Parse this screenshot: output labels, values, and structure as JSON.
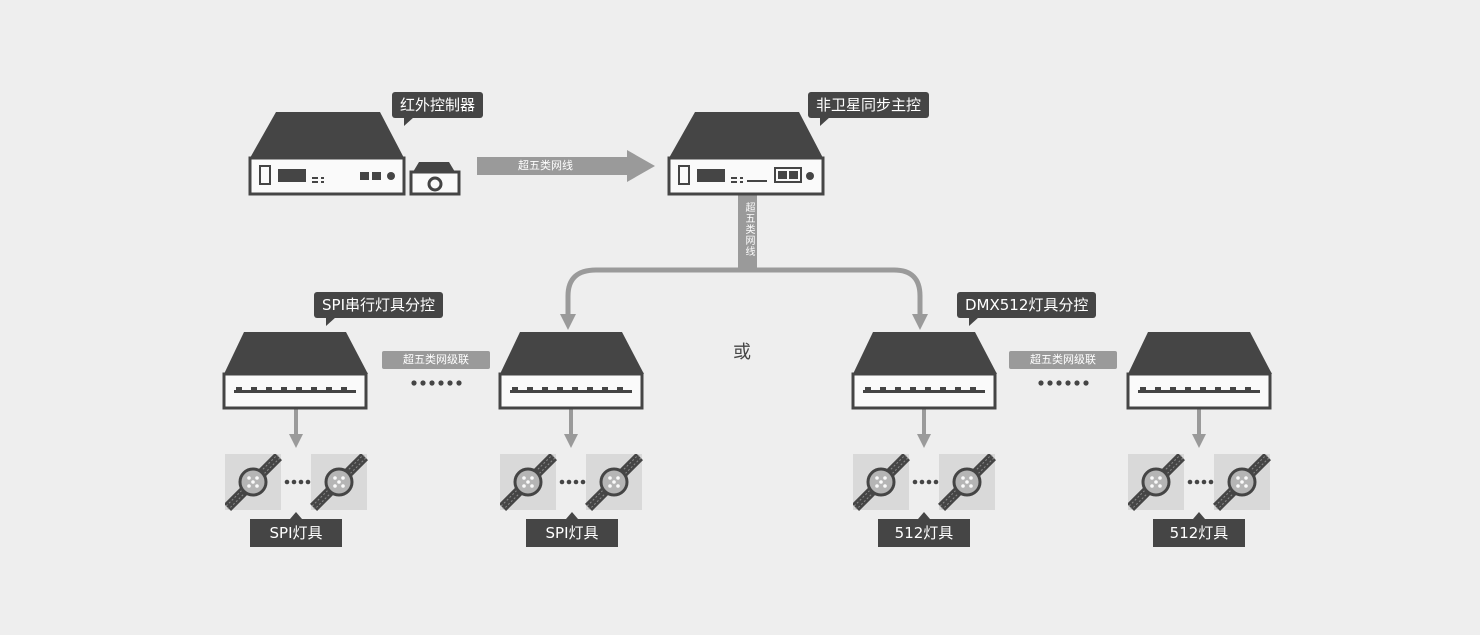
{
  "devices": {
    "ir_controller": {
      "label": "红外控制器"
    },
    "sync_master": {
      "label": "非卫星同步主控"
    },
    "spi_controller": {
      "label": "SPI串行灯具分控"
    },
    "dmx_controller": {
      "label": "DMX512灯具分控"
    }
  },
  "links": {
    "main_cable": "超五类网线",
    "down_cable": "超五类网线",
    "spi_cascade": "超五类网级联",
    "dmx_cascade": "超五类网级联",
    "or_text": "或"
  },
  "fixtures": {
    "spi_1": "SPI灯具",
    "spi_2": "SPI灯具",
    "dmx_1": "512灯具",
    "dmx_2": "512灯具"
  },
  "colors": {
    "background": "#eeeeee",
    "device_dark": "#454545",
    "device_front": "#fafafa",
    "cable_gray": "#9a9a9a",
    "label_text": "#ffffff"
  },
  "icons": {
    "arrow": "arrow-icon",
    "fixture": "led-fixture-icon",
    "dots": "ellipsis-dots-icon",
    "ports": "network-port-icon"
  }
}
